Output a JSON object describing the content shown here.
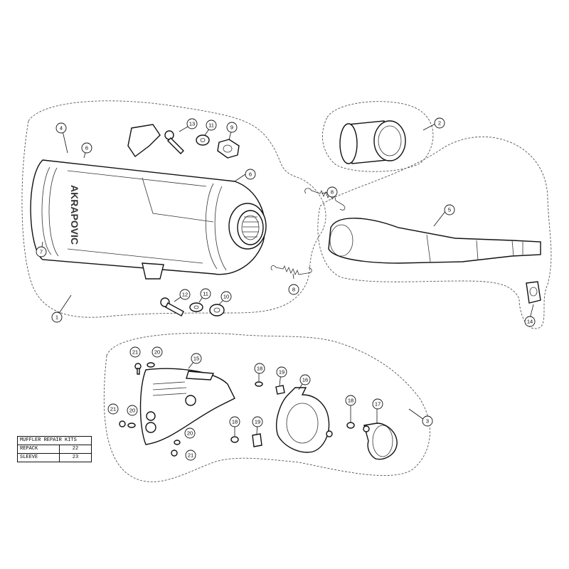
{
  "brand": "AKRAPOVIC",
  "callouts": {
    "c1": "1",
    "c2": "2",
    "c3": "3",
    "c4": "4",
    "c5": "5",
    "c6a": "6",
    "c6b": "6",
    "c7": "7",
    "c8a": "8",
    "c8b": "8",
    "c9": "9",
    "c10": "10",
    "c11a": "11",
    "c11b": "11",
    "c12": "12",
    "c13": "13",
    "c14": "14",
    "c15": "15",
    "c16": "16",
    "c17": "17",
    "c18a": "18",
    "c18b": "18",
    "c18c": "18",
    "c19a": "19",
    "c19b": "19",
    "c20a": "20",
    "c20b": "20",
    "c20c": "20",
    "c21a": "21",
    "c21b": "21",
    "c21c": "21"
  },
  "repair_kits": {
    "title": "MUFFLER REPAIR KITS",
    "rows": [
      {
        "name": "REPACK",
        "part": "22"
      },
      {
        "name": "SLEEVE",
        "part": "23"
      }
    ]
  }
}
